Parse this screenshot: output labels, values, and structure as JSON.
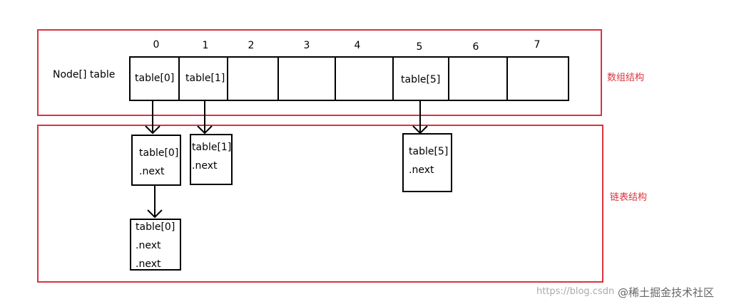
{
  "array_region_label": "数组结构",
  "list_region_label": "链表结构",
  "array_label": "Node[] table",
  "indices": [
    "0",
    "1",
    "2",
    "3",
    "4",
    "5",
    "6",
    "7"
  ],
  "cells": [
    "table[0]",
    "table[1]",
    "",
    "",
    "",
    "table[5]",
    "",
    ""
  ],
  "nodes": {
    "n0": [
      "table[0]",
      ".next"
    ],
    "n1": [
      "table[1]",
      ".next"
    ],
    "n5": [
      "table[5]",
      ".next"
    ],
    "n00": [
      "table[0]",
      ".next",
      ".next"
    ]
  },
  "watermark": {
    "url": "https://blog.csdn",
    "text": "@稀土掘金技术社区"
  },
  "colors": {
    "region_border": "#d9343f",
    "stroke": "#000000"
  }
}
